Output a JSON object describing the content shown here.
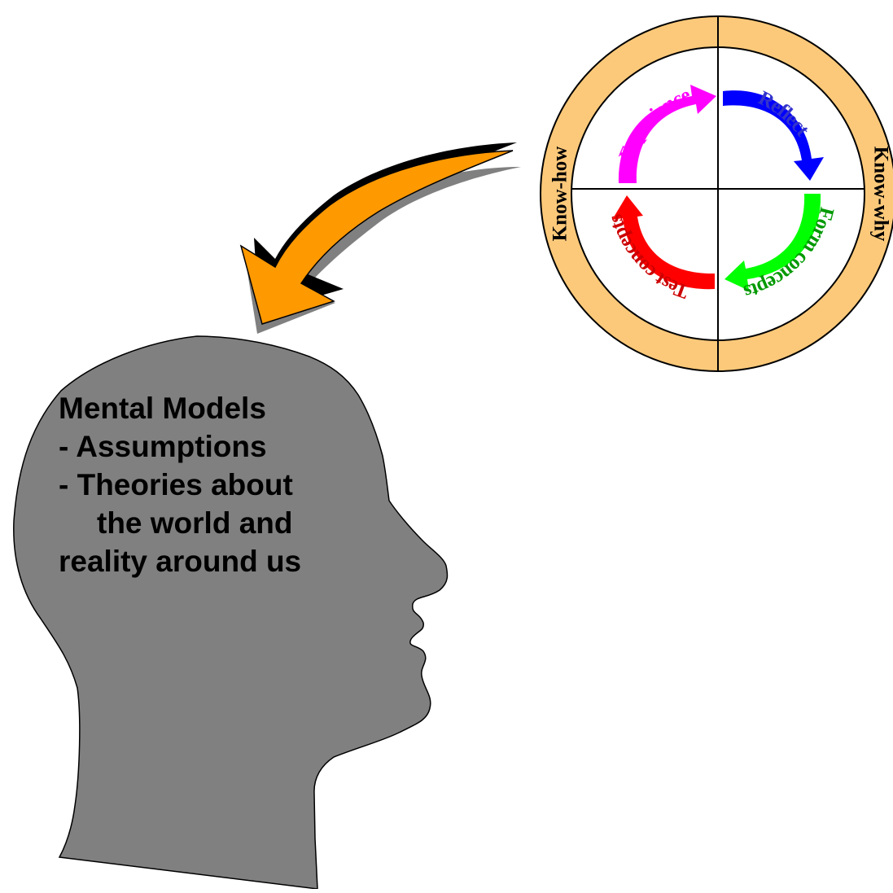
{
  "head_text": {
    "line1": "Mental Models",
    "line2": "- Assumptions",
    "line3": "- Theories about",
    "line4": "the world and",
    "line5": "reality around us"
  },
  "cycle": {
    "outer_left": "Know-how",
    "outer_right": "Know-why",
    "steps": [
      {
        "label": "Experience",
        "color": "#ff00ff"
      },
      {
        "label": "Reflect",
        "color": "#0000ff"
      },
      {
        "label": "Form concepts",
        "color": "#00ff00"
      },
      {
        "label": "Test concepts",
        "color": "#ff0000"
      }
    ],
    "ring_color": "#fcc97a"
  },
  "colors": {
    "head_fill": "#808080",
    "arrow_fill": "#ff9900",
    "arrow_shadow": "#000000"
  }
}
